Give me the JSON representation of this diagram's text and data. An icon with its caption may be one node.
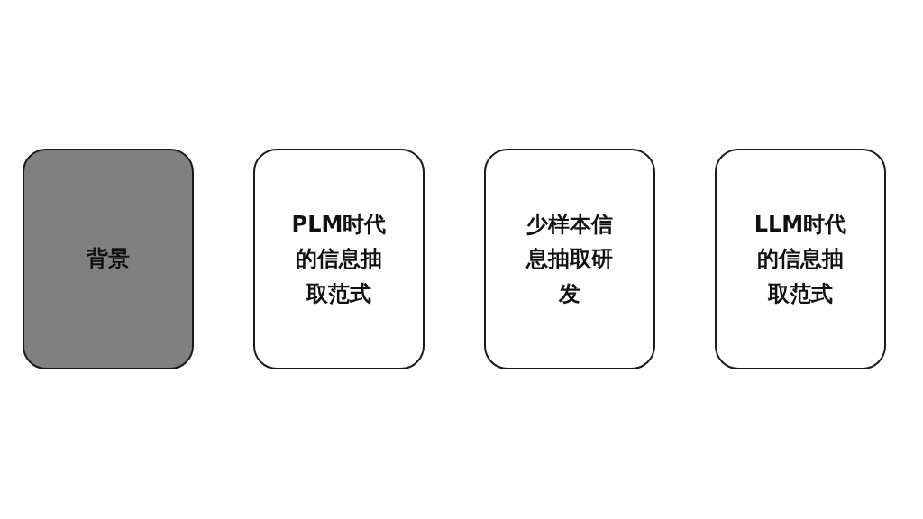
{
  "diagram": {
    "nodes": [
      {
        "text": [
          "背景"
        ]
      },
      {
        "text": [
          "PLM时代的信息抽取范式"
        ]
      },
      {
        "text": [
          "少样本信息抽取研发"
        ]
      },
      {
        "text": [
          "LLM时代的信息抽取范式"
        ]
      }
    ]
  }
}
